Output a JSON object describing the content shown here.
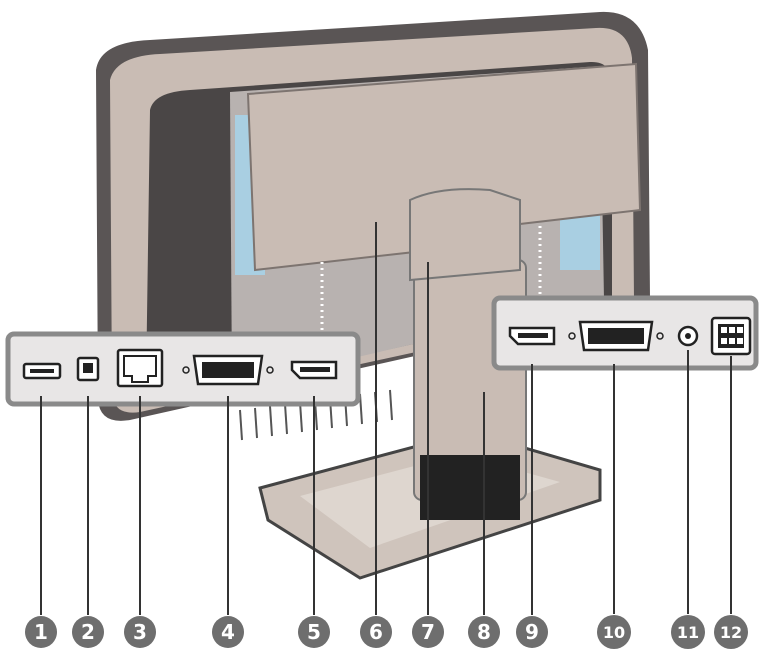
{
  "colors": {
    "housing": "#c9bcb4",
    "housing_dark": "#4a4646",
    "screen_blue": "#a9cfe2",
    "panel_grey": "#b8b2b0",
    "badge": "#6e6e6e",
    "callout_line": "#333333"
  },
  "callouts": [
    {
      "number": "1",
      "target": "usb-a-port"
    },
    {
      "number": "2",
      "target": "usb-b-port"
    },
    {
      "number": "3",
      "target": "lan-port"
    },
    {
      "number": "4",
      "target": "dvi-port-left"
    },
    {
      "number": "5",
      "target": "displayport-left"
    },
    {
      "number": "6",
      "target": "cable-cover"
    },
    {
      "number": "7",
      "target": "stand-neck"
    },
    {
      "number": "8",
      "target": "stand-column"
    },
    {
      "number": "9",
      "target": "displayport-right"
    },
    {
      "number": "10",
      "target": "dvi-port-right"
    },
    {
      "number": "11",
      "target": "audio-jack"
    },
    {
      "number": "12",
      "target": "power-connector"
    }
  ]
}
